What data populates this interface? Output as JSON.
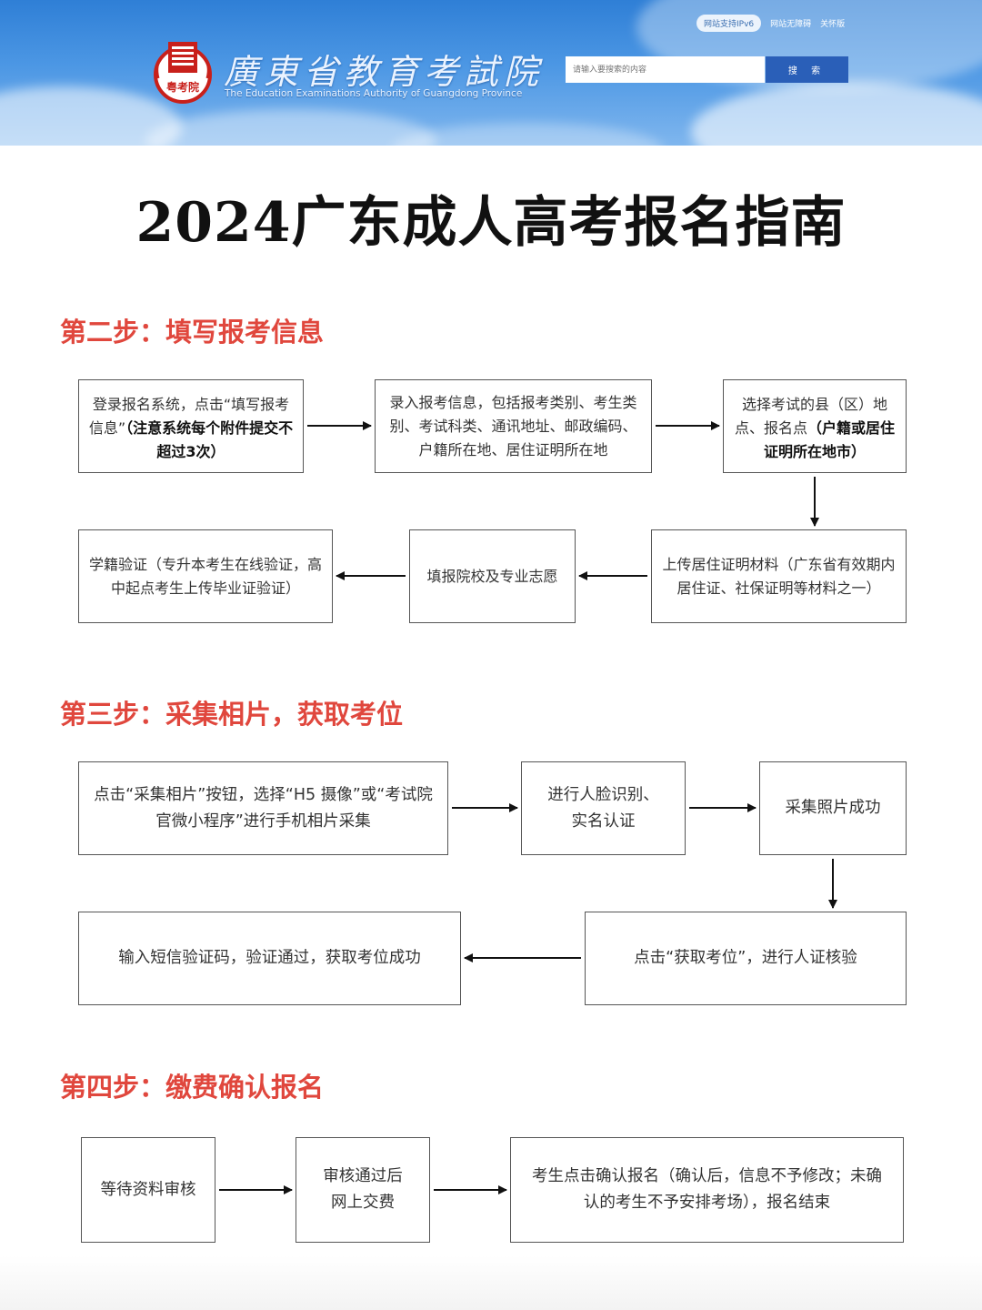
{
  "header": {
    "logo_seal_text": "粤考院",
    "logo_cn": "廣東省教育考試院",
    "logo_en": "The Education Examinations Authority of Guangdong Province",
    "ipv6_badge": "网站支持IPv6",
    "link_accessibility": "网站无障碍",
    "link_care": "关怀版",
    "search_placeholder": "请输入要搜索的内容",
    "search_button": "搜 索"
  },
  "title": "2024广东成人高考报名指南",
  "steps": [
    {
      "heading": "第二步：填写报考信息",
      "boxes": {
        "b1_text": "登录报名系统，点击“填写报考信息”",
        "b1_bold": "（注意系统每个附件提交不超过3次）",
        "b2_text": "录入报考信息，包括报考类别、考生类别、考试科类、通讯地址、邮政编码、户籍所在地、居住证明所在地",
        "b3_text": "选择考试的县（区）地点、报名点",
        "b3_bold": "（户籍或居住证明所在地市）",
        "b4_text": "上传居住证明材料（广东省有效期内居住证、社保证明等材料之一）",
        "b5_text": "填报院校及专业志愿",
        "b6_text": "学籍验证（专升本考生在线验证，高中起点考生上传毕业证验证）"
      }
    },
    {
      "heading": "第三步：采集相片，获取考位",
      "boxes": {
        "b1_text": "点击“采集相片”按钮，选择“H5 摄像”或“考试院官微小程序”进行手机相片采集",
        "b2_text": "进行人脸识别、实名认证",
        "b3_text": "采集照片成功",
        "b4_text": "点击“获取考位”，进行人证核验",
        "b5_text": "输入短信验证码，验证通过，获取考位成功"
      }
    },
    {
      "heading": "第四步：缴费确认报名",
      "boxes": {
        "b1_text": "等待资料审核",
        "b2_text": "审核通过后网上交费",
        "b3_text": "考生点击确认报名（确认后，信息不予修改；未确认的考生不予安排考场），报名结束"
      }
    }
  ]
}
